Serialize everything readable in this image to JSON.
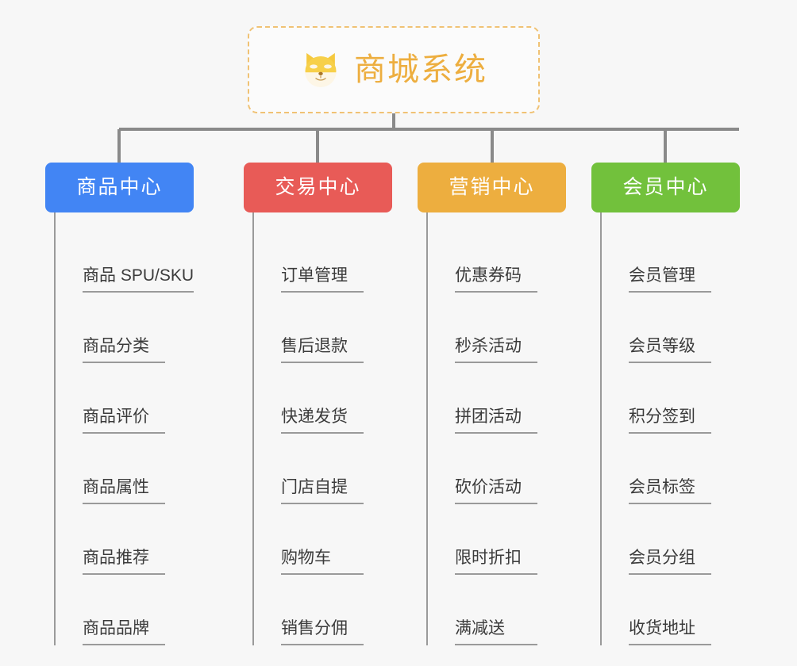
{
  "diagram": {
    "type": "mind-map-tree",
    "background_color": "#f7f7f7",
    "connector_color": "#8a8a8a",
    "root": {
      "title": "商城系统",
      "icon": "shiba-dog-face-icon",
      "title_color": "#edae3f",
      "border_color": "#f0c274",
      "border_style": "dashed"
    },
    "branches": [
      {
        "label": "商品中心",
        "color": "#4285f4",
        "items": [
          "商品 SPU/SKU",
          "商品分类",
          "商品评价",
          "商品属性",
          "商品推荐",
          "商品品牌"
        ]
      },
      {
        "label": "交易中心",
        "color": "#e85b57",
        "items": [
          "订单管理",
          "售后退款",
          "快递发货",
          "门店自提",
          "购物车",
          "销售分佣"
        ]
      },
      {
        "label": "营销中心",
        "color": "#edae3f",
        "items": [
          "优惠券码",
          "秒杀活动",
          "拼团活动",
          "砍价活动",
          "限时折扣",
          "满减送"
        ]
      },
      {
        "label": "会员中心",
        "color": "#72c13c",
        "items": [
          "会员管理",
          "会员等级",
          "积分签到",
          "会员标签",
          "会员分组",
          "收货地址"
        ]
      }
    ]
  }
}
